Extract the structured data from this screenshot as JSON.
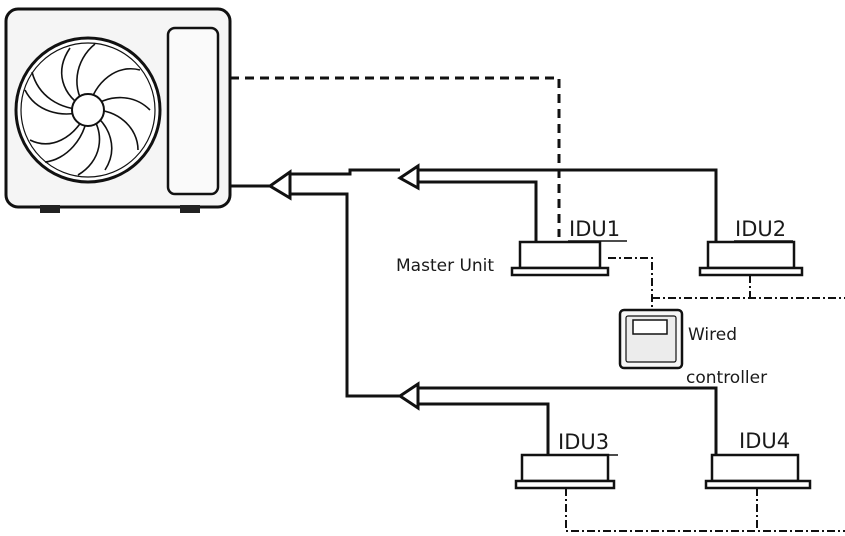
{
  "labels": {
    "idu1": "IDU1",
    "idu2": "IDU2",
    "idu3": "IDU3",
    "idu4": "IDU4",
    "master": "Master Unit",
    "wired_line1": "Wired",
    "wired_line2": "controller"
  },
  "colors": {
    "line": "#111111",
    "unit_fill": "#ffffff",
    "odu_fill": "#f4f4f4"
  },
  "icons": {
    "outdoor_unit": "outdoor-unit-icon",
    "fan": "fan-icon",
    "branch_joint": "refnet-branch-icon",
    "indoor_unit": "indoor-unit-icon",
    "controller": "wired-controller-icon"
  }
}
